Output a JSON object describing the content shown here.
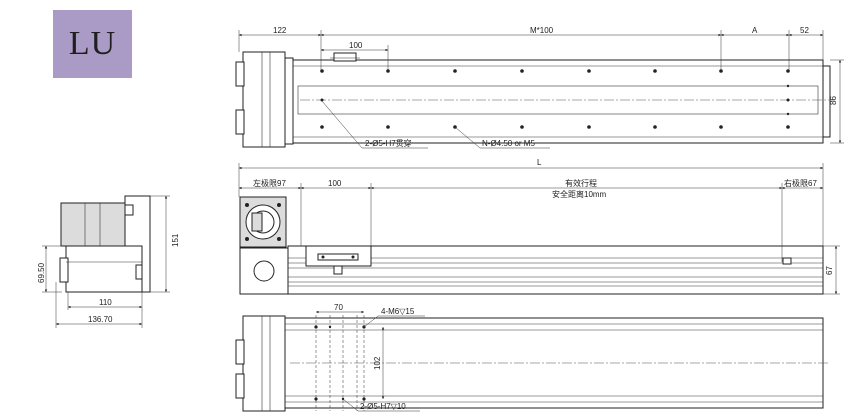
{
  "badge": {
    "label": "LU",
    "color": "#a99bc6"
  },
  "top_view": {
    "dims": {
      "d122": "122",
      "d100": "100",
      "pitch": "M*100",
      "a": "A",
      "d52": "52",
      "d86": "86"
    },
    "callout_pin": "2-Ø5-H7贯穿",
    "callout_holes": "N-Ø4.50 or M5"
  },
  "front_view": {
    "L": "L",
    "left_limit": "左极限97",
    "d100": "100",
    "stroke": "有效行程",
    "safety": "安全距离10mm",
    "right_limit": "右极限67",
    "d67": "67"
  },
  "side_view": {
    "d151": "151",
    "d69": "69.50",
    "d110": "110",
    "d136": "136.70"
  },
  "bottom_view": {
    "d70": "70",
    "d102": "102",
    "callout_tap": "4-M6▽15",
    "callout_pin": "2-Ø5-H7▽10"
  }
}
